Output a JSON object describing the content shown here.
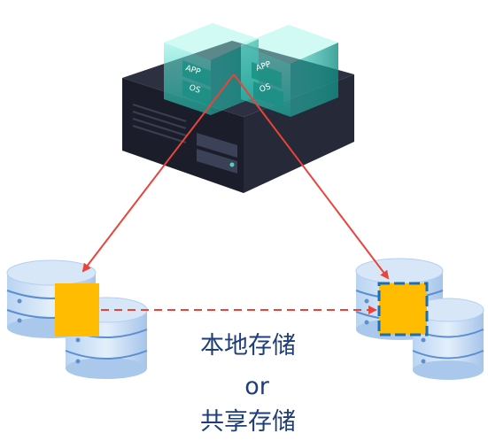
{
  "server": {
    "vm_left": {
      "app": "APP",
      "os": "OS"
    },
    "vm_right": {
      "app": "APP",
      "os": "OS"
    }
  },
  "caption": {
    "line1": "本地存储",
    "line2": "or",
    "line3": "共享存储"
  },
  "colors": {
    "arrow": "#e8443a",
    "disk_light": "#d7e7f8",
    "disk_mid": "#a9c8ec",
    "disk_dark": "#5c8fd0",
    "vm_file": "#ffbc00",
    "vm_file_border": "#1a6fb5",
    "server_body": "#1f2230",
    "vm_cube": "#3dd0c0",
    "caption": "#1f3e78"
  }
}
